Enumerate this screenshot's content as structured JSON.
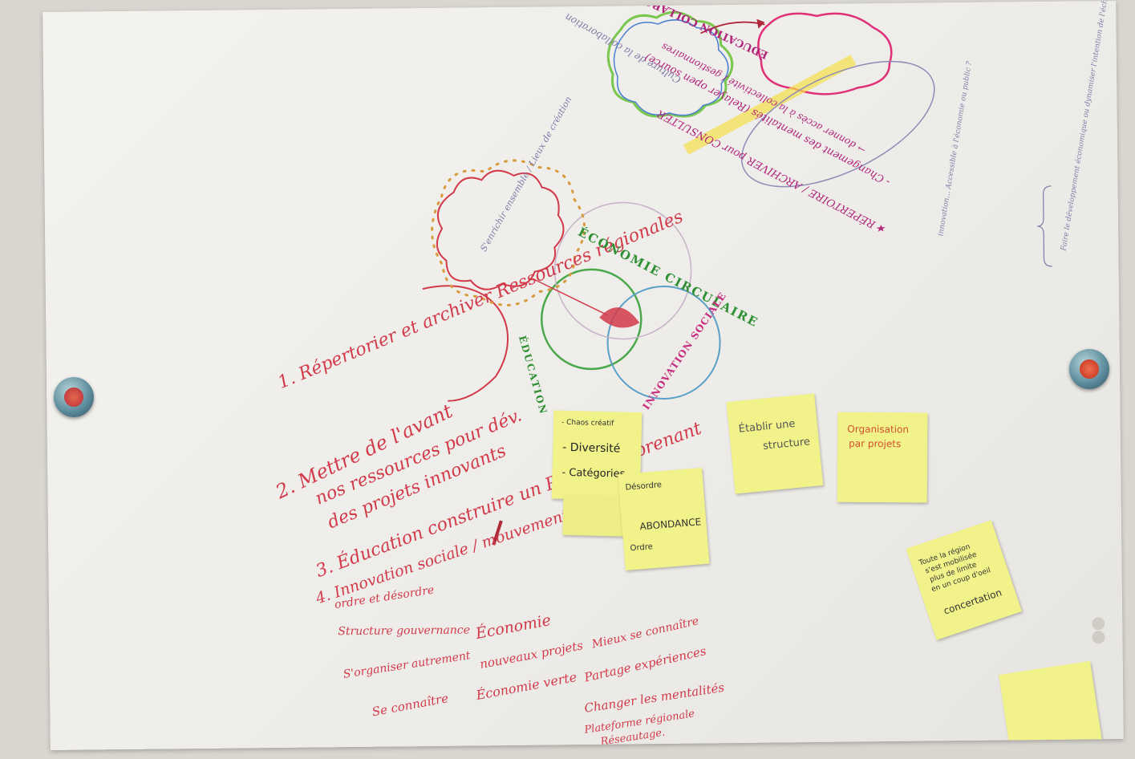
{
  "main_list": {
    "item1": "1. Répertorier et archiver Ressources régionales",
    "item2_line1": "2. Mettre de l'avant",
    "item2_line2": "nos ressources pour dév.",
    "item2_line3": "des projets innovants",
    "item3": "3. Éducation construire un Réseau Apprenant",
    "item4": "4. Innovation sociale / mouvement citoyens",
    "subnote": "ordre et désordre"
  },
  "keywords": {
    "col1": [
      "Structure gouvernance",
      "S'organiser autrement",
      "Se connaître"
    ],
    "col2": [
      "Économie",
      "nouveaux projets",
      "Économie verte"
    ],
    "col3": [
      "Mieux se connaître",
      "Partage expériences",
      "Changer les mentalités",
      "Plateforme régionale",
      "Réseautage."
    ]
  },
  "venn": {
    "top_label": "ÉCONOMIE CIRCULAIRE",
    "left_label": "ÉDUCATION",
    "right_label": "INNOVATION SOCIALE",
    "cloud_text": "S'enrichir ensemble / Lieux de création"
  },
  "top_right": {
    "badge": "ÉDUCATION COLLABORATIVE",
    "cloud_text": "Culture de la collaboration",
    "line1": "- Changement des mentalités (Relayer open source)",
    "line2": "→ donner accès à la collectivité / gestionnaires",
    "line3": "★ RÉPERTOIRE / ARCHIVER pour CONSULTER",
    "margin_note1": "innovation... Accessible à l'économie ou public ?",
    "margin_note2": "Faire le développement économique ou dynamiser l'intention de l'échange"
  },
  "sticky_notes": [
    {
      "lines": [
        "- Chaos créatif",
        "- Diversité",
        "- Catégories"
      ]
    },
    {
      "lines": [
        "Désordre",
        "ABONDANCE",
        "Ordre"
      ]
    },
    {
      "lines": [
        "Établir une",
        "structure"
      ]
    },
    {
      "lines": [
        "Organisation",
        "par projets"
      ]
    },
    {
      "lines": [
        "Toute la région",
        "s'est mobilisée",
        "plus de limite",
        "en un coup d'oeil",
        "concertation"
      ]
    }
  ],
  "colors": {
    "paper": "#f1f0ed",
    "red_marker": "#d23a4a",
    "green_marker": "#2f8f33",
    "pink_marker": "#c62d7e",
    "sticky_yellow": "#f2f28a"
  }
}
